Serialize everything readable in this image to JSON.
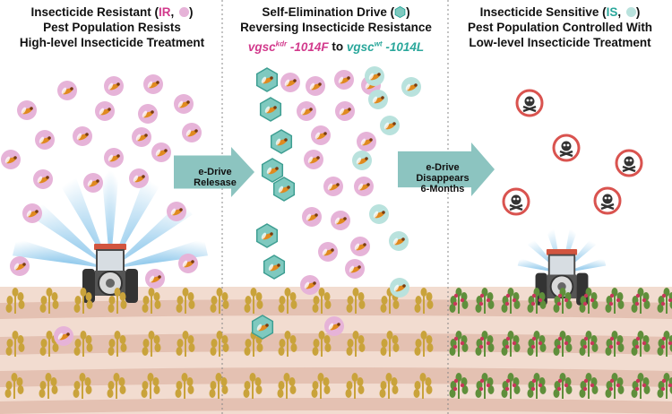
{
  "panels": [
    {
      "id": "resistant",
      "title_lines": [
        "Insecticide Resistant (IR, )",
        "Pest Population Resists",
        "High-level Insecticide Treatment"
      ],
      "legend_abbr": "IR",
      "legend_color": "#e6b3d8"
    },
    {
      "id": "drive",
      "title_lines": [
        "Self-Elimination Drive ()",
        "Reversing Insecticide Resistance"
      ],
      "gene_from": "vgsc",
      "gene_from_sup": "kdr",
      "gene_from_suffix": " -1014F",
      "gene_to_word": " to ",
      "gene_to": "vgsc",
      "gene_to_sup": "wt",
      "gene_to_suffix": " -1014L",
      "legend_color": "#7fc9bf"
    },
    {
      "id": "sensitive",
      "title_lines": [
        "Insecticide Sensitive (IS, )",
        "Pest Population Controlled With",
        "Low-level Insecticide Treatment"
      ],
      "legend_abbr": "IS",
      "legend_color": "#b9e2dd"
    }
  ],
  "arrows": [
    {
      "label": "e-Drive Relesase"
    },
    {
      "label_lines": [
        "e-Drive Disappears",
        "6-Months"
      ]
    }
  ],
  "colors": {
    "resistant_pest": "#e6b3d8",
    "wildtype_pest": "#b9e2dd",
    "drive_hex": "#7fc9bf",
    "arrow": "#8cc4c0",
    "soil": "#f2dcd0",
    "soil_stripe": "#e4c1b2",
    "dead_ring": "#d9534f",
    "plant_resistant": "#c9a33b",
    "plant_healthy": "#5f8f3b",
    "berry": "#c8375a",
    "tractor_red": "#d2553f",
    "tractor_dark": "#4a4a4a"
  },
  "icons": [
    "insect-icon",
    "hexagon-drive-icon",
    "skull-crossbones-icon",
    "tractor-icon",
    "spray-fan-icon",
    "plant-icon",
    "arrow-right-icon"
  ]
}
